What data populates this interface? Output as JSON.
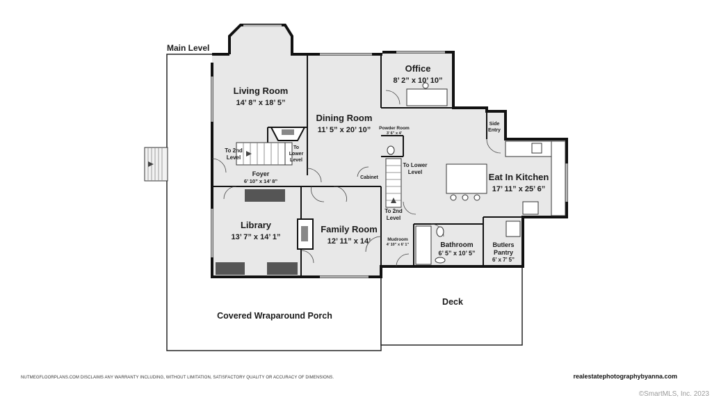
{
  "level_label": "Main Level",
  "rooms": {
    "living": {
      "name": "Living Room",
      "dims": "14’ 8” x 18’ 5”"
    },
    "dining": {
      "name": "Dining Room",
      "dims": "11’ 5” x 20’ 10”"
    },
    "office": {
      "name": "Office",
      "dims": "8’ 2” x 10’ 10”"
    },
    "kitchen": {
      "name": "Eat In Kitchen",
      "dims": "17’ 11” x 25’ 6”"
    },
    "foyer": {
      "name": "Foyer",
      "dims": "6’ 10” x 14’ 8”"
    },
    "library": {
      "name": "Library",
      "dims": "13’ 7” x 14’ 1”"
    },
    "family": {
      "name": "Family Room",
      "dims": "12’ 11” x 14’"
    },
    "bathroom": {
      "name": "Bathroom",
      "dims": "6’ 5” x 10’ 5”"
    },
    "butlers": {
      "name1": "Butlers",
      "name2": "Pantry",
      "dims": "6’ x 7’ 5”"
    },
    "mudroom": {
      "name": "Mudroom",
      "dims": "4’ 10” x 6’ 1”"
    },
    "powder": {
      "name": "Powder Room",
      "dims": "3’ 6” x 4’"
    },
    "porch": {
      "name": "Covered Wraparound Porch"
    },
    "deck": {
      "name": "Deck"
    }
  },
  "labels": {
    "side_entry_1": "Side",
    "side_entry_2": "Entry",
    "cabinet": "Cabinet",
    "to_2nd_level_a1": "To 2nd",
    "to_2nd_level_a2": "Level",
    "to_lower_a1": "To",
    "to_lower_a2": "Lower",
    "to_lower_a3": "Level",
    "to_lower_b1": "To Lower",
    "to_lower_b2": "Level",
    "to_2nd_level_b1": "To 2nd",
    "to_2nd_level_b2": "Level"
  },
  "footer": {
    "disclaimer": "NUTMEGFLOORPLANS.COM DISCLAIMS ANY WARRANTY INCLUDING, WITHOUT LIMITATION, SATISFACTORY QUALITY OR ACCURACY OF DIMENSIONS.",
    "website": "realestatephotographybyanna.com",
    "copyright": "©SmartMLS, Inc.  2023"
  },
  "colors": {
    "wall": "#111111",
    "floor": "#e8e8e8",
    "fixture": "#555555",
    "porch": "#ffffff"
  }
}
